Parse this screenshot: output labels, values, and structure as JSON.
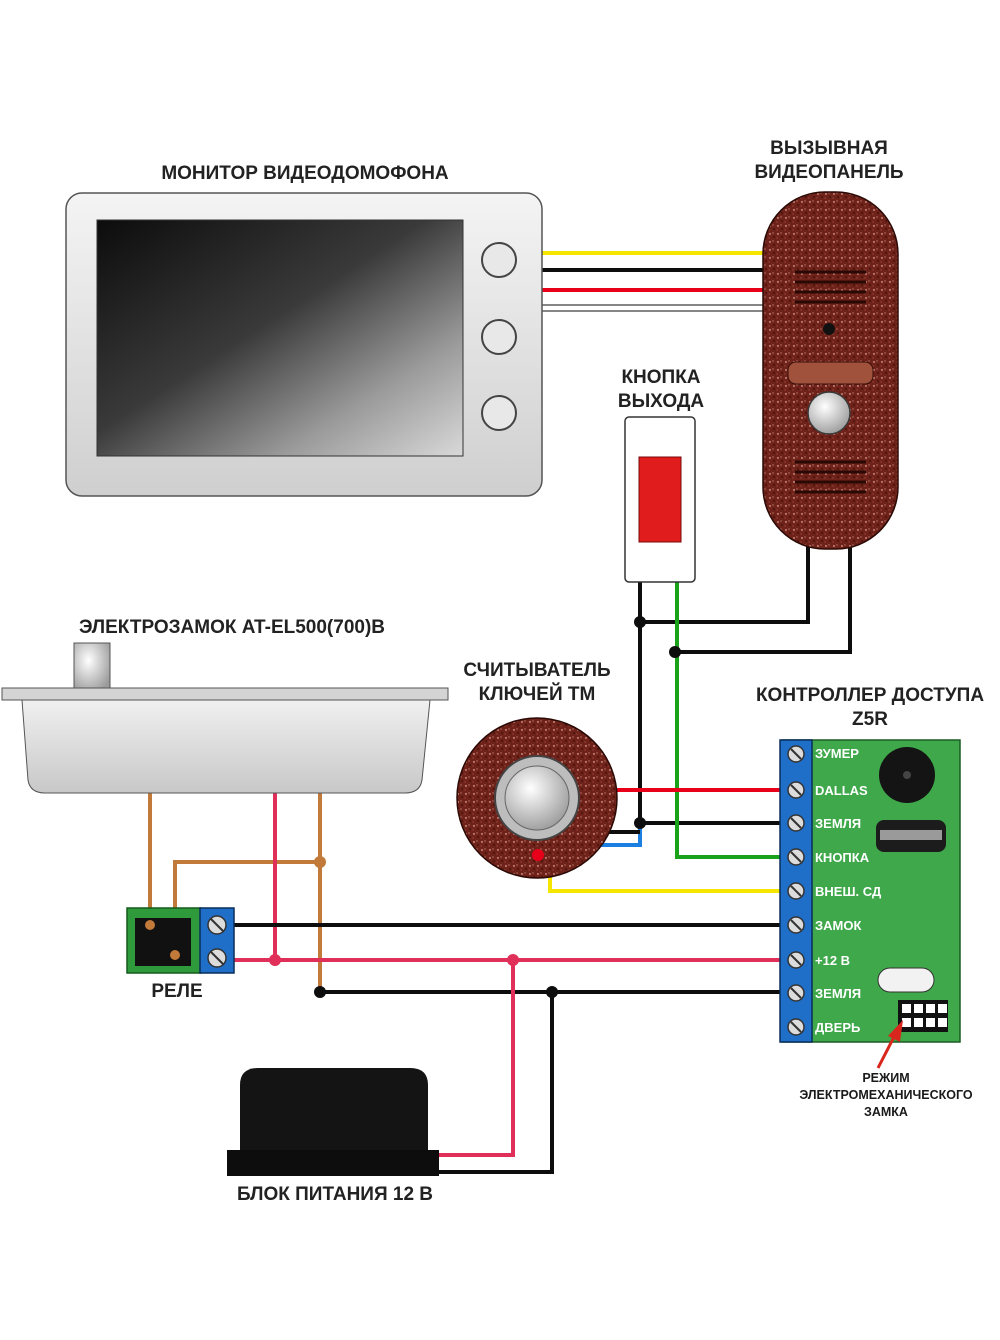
{
  "labels": {
    "monitor": "МОНИТОР ВИДЕОДОМОФОНА",
    "panel_line1": "ВЫЗЫВНАЯ",
    "panel_line2": "ВИДЕОПАНЕЛЬ",
    "exit_button_line1": "КНОПКА",
    "exit_button_line2": "ВЫХОДА",
    "lock": "ЭЛЕКТРОЗАМОК AT-EL500(700)B",
    "reader_line1": "СЧИТЫВАТЕЛЬ",
    "reader_line2": "КЛЮЧЕЙ ТМ",
    "controller_line1": "КОНТРОЛЛЕР ДОСТУПА",
    "controller_line2": "Z5R",
    "relay": "РЕЛЕ",
    "power": "БЛОК ПИТАНИЯ 12 В",
    "mode_line1": "РЕЖИМ",
    "mode_line2": "ЭЛЕКТРОМЕХАНИЧЕСКОГО",
    "mode_line3": "ЗАМКА"
  },
  "terminals": [
    "ЗУМЕР",
    "DALLAS",
    "ЗЕМЛЯ",
    "КНОПКА",
    "ВНЕШ. СД",
    "ЗАМОК",
    "+12 В",
    "ЗЕМЛЯ",
    "ДВЕРЬ"
  ],
  "colors": {
    "wire_black": "#0d0d0d",
    "wire_red": "#e8001a",
    "wire_yellow": "#f5e600",
    "wire_green": "#1aa31a",
    "wire_blue": "#1a7fe0",
    "wire_brown": "#c27a3a",
    "board_green": "#3ea84a",
    "terminal_blue": "#1f6fc9",
    "panel_body": "#7a2a22"
  }
}
